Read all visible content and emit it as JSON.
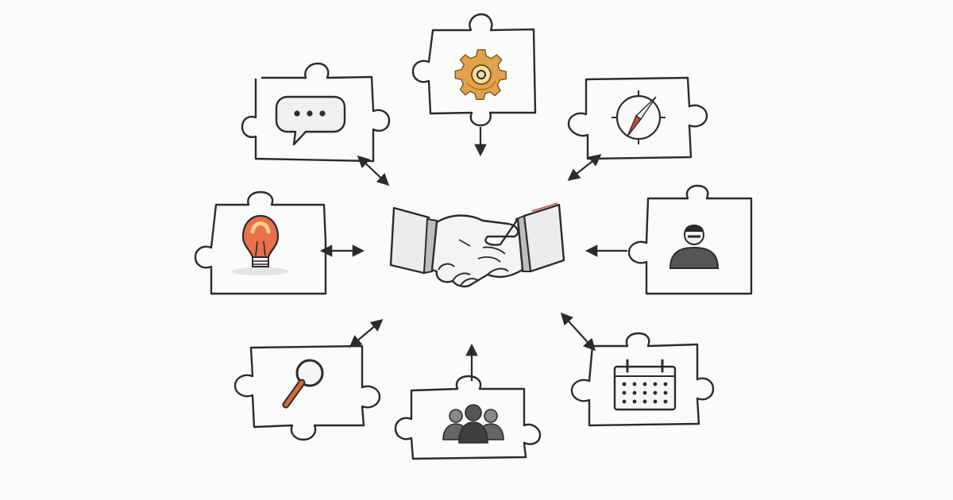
{
  "diagram": {
    "colors": {
      "ink": "#2b2b2b",
      "background": "#fbfbfa",
      "gear_accent": "#e0a24a",
      "bulb_accent": "#e8704a",
      "search_handle": "#d8673f",
      "compass_needle": "#c94a3a",
      "shade": "#d9d9d9"
    },
    "center": {
      "icon": "handshake-icon"
    },
    "pieces": [
      {
        "id": "chat",
        "icon": "speech-bubble-icon"
      },
      {
        "id": "gear",
        "icon": "gear-icon"
      },
      {
        "id": "compass",
        "icon": "compass-icon"
      },
      {
        "id": "idea",
        "icon": "lightbulb-icon"
      },
      {
        "id": "person",
        "icon": "person-icon"
      },
      {
        "id": "search",
        "icon": "magnifying-glass-icon"
      },
      {
        "id": "team",
        "icon": "team-icon"
      },
      {
        "id": "calendar",
        "icon": "calendar-icon"
      }
    ]
  }
}
